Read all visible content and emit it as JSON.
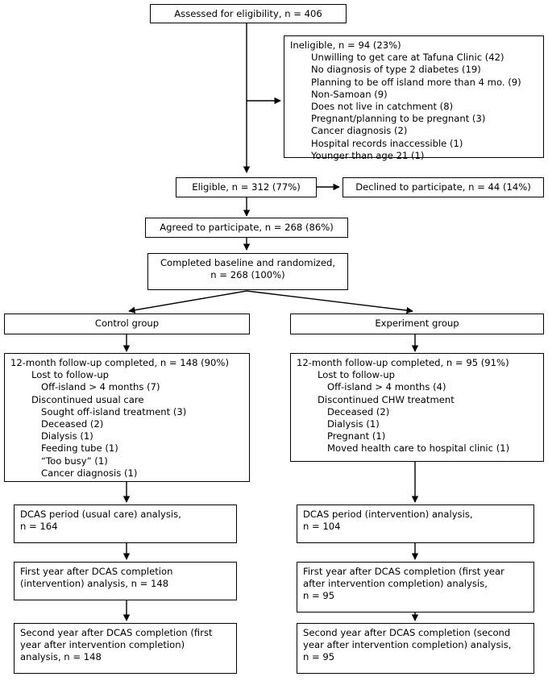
{
  "diagram": {
    "title": "CONSORT participant flow diagram",
    "colors": {
      "stroke": "#000000",
      "background": "#ffffff",
      "text": "#000000"
    },
    "nodes": {
      "assessed": {
        "lines": [
          "Assessed for eligibility, n = 406"
        ]
      },
      "ineligible": {
        "lines": [
          "Ineligible, n = 94 (23%)",
          "Unwilling to get care at Tafuna Clinic (42)",
          "No diagnosis of type 2 diabetes (19)",
          "Planning to be off island more than 4 mo. (9)",
          "Non-Samoan (9)",
          "Does not live in catchment (8)",
          "Pregnant/planning to be pregnant (3)",
          "Cancer diagnosis (2)",
          "Hospital records inaccessible (1)",
          "Younger than age 21 (1)"
        ],
        "indents": [
          0,
          1,
          1,
          1,
          1,
          1,
          1,
          1,
          1,
          1
        ]
      },
      "eligible": {
        "lines": [
          "Eligible, n = 312 (77%)"
        ]
      },
      "declined": {
        "lines": [
          "Declined to participate, n = 44 (14%)"
        ]
      },
      "agreed": {
        "lines": [
          "Agreed to participate, n = 268 (86%)"
        ]
      },
      "randomized": {
        "lines": [
          "Completed baseline and randomized,",
          "n = 268 (100%)"
        ]
      },
      "control_group": {
        "lines": [
          "Control group"
        ]
      },
      "experiment_group": {
        "lines": [
          "Experiment group"
        ]
      },
      "control_followup": {
        "lines": [
          "12-month follow-up completed, n = 148 (90%)",
          "Lost to follow-up",
          "Off-island > 4 months (7)",
          "Discontinued usual care",
          "Sought off-island treatment (3)",
          "Deceased (2)",
          "Dialysis (1)",
          "Feeding tube (1)",
          "“Too busy” (1)",
          "Cancer diagnosis (1)"
        ],
        "indents": [
          0,
          1,
          2,
          1,
          2,
          2,
          2,
          2,
          2,
          2
        ]
      },
      "experiment_followup": {
        "lines": [
          "12-month follow-up completed, n = 95 (91%)",
          "Lost to follow-up",
          "Off-island > 4 months (4)",
          "Discontinued CHW treatment",
          "Deceased (2)",
          "Dialysis (1)",
          "Pregnant (1)",
          "Moved health care to hospital clinic (1)"
        ],
        "indents": [
          0,
          1,
          2,
          1,
          2,
          2,
          2,
          2
        ]
      },
      "control_dcas": {
        "lines": [
          "DCAS period (usual care) analysis,",
          "n = 164"
        ]
      },
      "experiment_dcas": {
        "lines": [
          "DCAS period (intervention) analysis,",
          "n = 104"
        ]
      },
      "control_year1": {
        "lines": [
          "First year after DCAS completion",
          "(intervention) analysis, n = 148"
        ]
      },
      "experiment_year1": {
        "lines": [
          "First year after DCAS completion (first year",
          "after intervention completion) analysis,",
          "n = 95"
        ]
      },
      "control_year2": {
        "lines": [
          "Second year after DCAS completion (first",
          "year after intervention completion)",
          "analysis, n = 148"
        ]
      },
      "experiment_year2": {
        "lines": [
          "Second year after DCAS completion (second",
          "year after intervention completion) analysis,",
          "n = 95"
        ]
      }
    }
  }
}
